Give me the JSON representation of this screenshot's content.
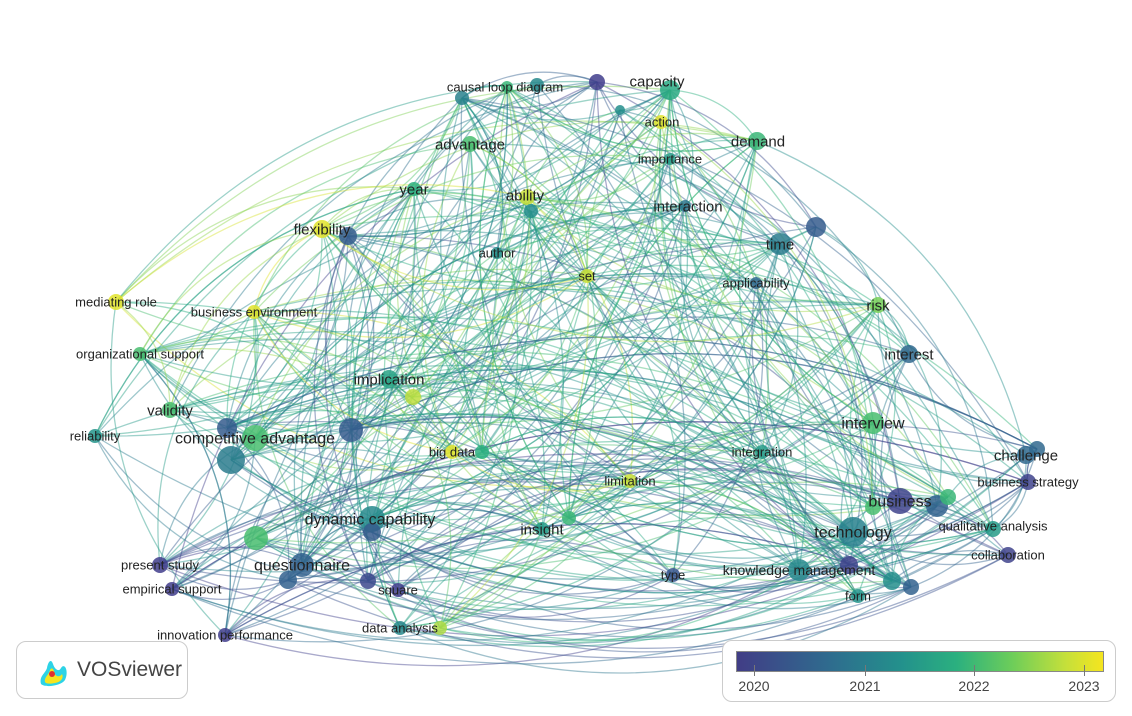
{
  "nodes": [
    {
      "label": "causal loop diagram",
      "year": 2021.1
    },
    {
      "label": "capacity",
      "year": 2021.7
    },
    {
      "label": "action",
      "year": 2023
    },
    {
      "label": "advantage",
      "year": 2022
    },
    {
      "label": "importance",
      "year": 2021.5
    },
    {
      "label": "demand",
      "year": 2021.9
    },
    {
      "label": "year",
      "year": 2021.8
    },
    {
      "label": "ability",
      "year": 2022.8
    },
    {
      "label": "interaction",
      "year": 2020.9
    },
    {
      "label": "flexibility",
      "year": 2023
    },
    {
      "label": "time",
      "year": 2021
    },
    {
      "label": "author",
      "year": 2021.3
    },
    {
      "label": "set",
      "year": 2022.8
    },
    {
      "label": "applicability",
      "year": 2020.7
    },
    {
      "label": "mediating role",
      "year": 2023
    },
    {
      "label": "business environment",
      "year": 2023
    },
    {
      "label": "risk",
      "year": 2022.3
    },
    {
      "label": "organizational support",
      "year": 2022
    },
    {
      "label": "interest",
      "year": 2020.7
    },
    {
      "label": "implication",
      "year": 2021.6
    },
    {
      "label": "validity",
      "year": 2022
    },
    {
      "label": "reliability",
      "year": 2021.4
    },
    {
      "label": "competitive advantage",
      "year": 2022
    },
    {
      "label": "interview",
      "year": 2022
    },
    {
      "label": "big data",
      "year": 2023
    },
    {
      "label": "challenge",
      "year": 2020.7
    },
    {
      "label": "integration",
      "year": 2021.5
    },
    {
      "label": "limitation",
      "year": 2022.8
    },
    {
      "label": "business strategy",
      "year": 2020.1
    },
    {
      "label": "business",
      "year": 2020.1
    },
    {
      "label": "dynamic capability",
      "year": 2021.2
    },
    {
      "label": "insight",
      "year": 2021.5
    },
    {
      "label": "technology",
      "year": 2021.1
    },
    {
      "label": "qualitative analysis",
      "year": 2021.5
    },
    {
      "label": "questionnaire",
      "year": 2020.6
    },
    {
      "label": "present study",
      "year": 2020
    },
    {
      "label": "collaboration",
      "year": 2020.1
    },
    {
      "label": "empirical support",
      "year": 2020
    },
    {
      "label": "square",
      "year": 2020
    },
    {
      "label": "type",
      "year": 2020.4
    },
    {
      "label": "knowledge management",
      "year": 2021.2
    },
    {
      "label": "form",
      "year": 2021.4
    },
    {
      "label": "innovation performance",
      "year": 2020
    },
    {
      "label": "data analysis",
      "year": 2021.2
    }
  ],
  "extra_nodes": [
    {
      "year": 2021.2
    },
    {
      "year": 2021.9
    },
    {
      "year": 2020
    },
    {
      "year": 2021.3
    },
    {
      "year": 2020.5
    },
    {
      "year": 2020.5
    },
    {
      "year": 2021
    },
    {
      "year": 2020.5
    },
    {
      "year": 2020.5
    },
    {
      "year": 2022.7
    },
    {
      "year": 2021.8
    },
    {
      "year": 2020.7
    },
    {
      "year": 2020.6
    },
    {
      "year": 2021.9
    },
    {
      "year": 2022
    },
    {
      "year": 2020.5
    },
    {
      "year": 2021.9
    },
    {
      "year": 2022
    },
    {
      "year": 2020.6
    },
    {
      "year": 2020.2
    },
    {
      "year": 2020.1
    },
    {
      "year": 2021.3
    },
    {
      "year": 2020.6
    },
    {
      "year": 2022.6
    },
    {
      "year": 2021.3
    }
  ],
  "logo": {
    "text": "VOSviewer"
  },
  "legend": {
    "ticks": [
      "2020",
      "2021",
      "2022",
      "2023"
    ],
    "min": 2020,
    "max": 2023.2
  }
}
